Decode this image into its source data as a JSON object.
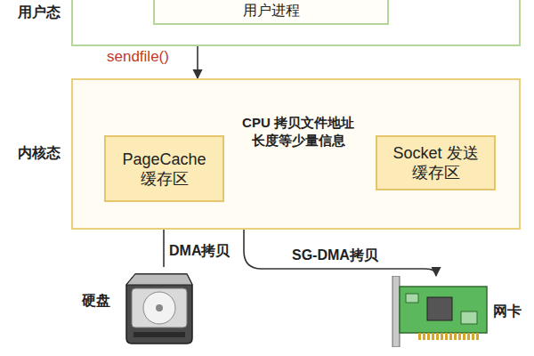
{
  "diagram": {
    "nodes": [
      {
        "text": [
          "用户态"
        ]
      },
      {
        "text": [
          "用户进程"
        ],
        "in": 0
      },
      {
        "text": [
          "内核态"
        ]
      },
      {
        "text": [
          "PageCache 缓存区"
        ],
        "in": 2
      },
      {
        "text": [
          "Socket 发送缓存区"
        ],
        "in": 2
      },
      {
        "text": [
          "硬盘"
        ]
      },
      {
        "text": [
          "网卡"
        ]
      }
    ],
    "edges": [
      {
        "from": 1,
        "to": 2,
        "label": "sendfile()",
        "arrow": "both"
      },
      {
        "from": 3,
        "to": 4,
        "label": "CPU 拷贝文件地址 长度等少量信息",
        "arrow": "to"
      },
      {
        "from": 5,
        "to": 3,
        "label": "DMA拷贝",
        "arrow": "to"
      },
      {
        "from": 3,
        "to": 6,
        "label": "SG-DMA拷贝",
        "arrow": "to"
      }
    ]
  }
}
